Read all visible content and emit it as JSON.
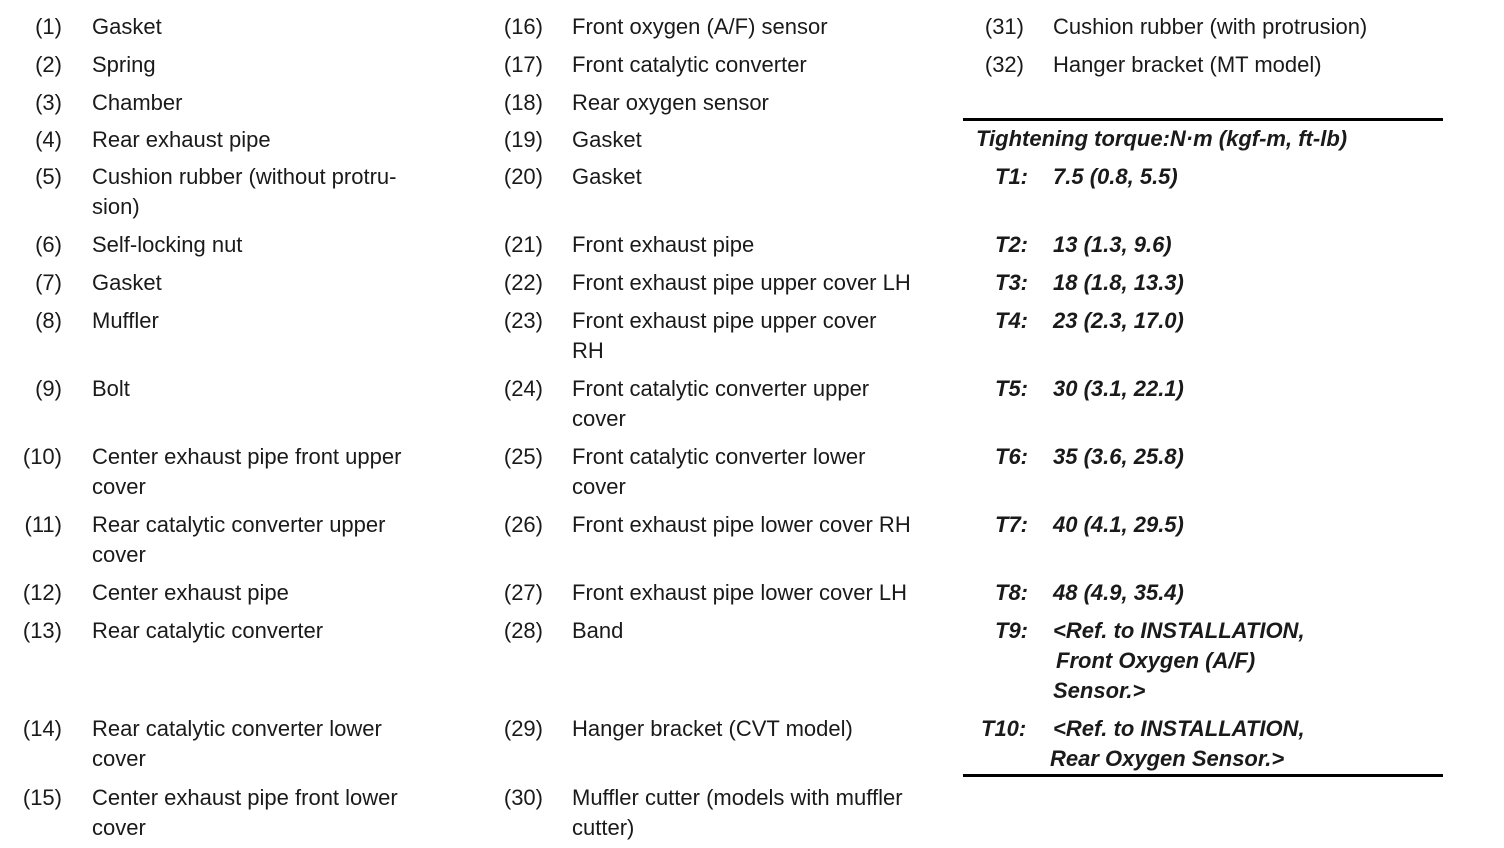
{
  "parts": [
    {
      "num": "(1)",
      "lines": [
        "Gasket"
      ]
    },
    {
      "num": "(2)",
      "lines": [
        "Spring"
      ]
    },
    {
      "num": "(3)",
      "lines": [
        "Chamber"
      ]
    },
    {
      "num": "(4)",
      "lines": [
        "Rear exhaust pipe"
      ]
    },
    {
      "num": "(5)",
      "lines": [
        "Cushion rubber (without protru-",
        "sion)"
      ]
    },
    {
      "num": "(6)",
      "lines": [
        "Self-locking nut"
      ]
    },
    {
      "num": "(7)",
      "lines": [
        "Gasket"
      ]
    },
    {
      "num": "(8)",
      "lines": [
        "Muffler"
      ]
    },
    {
      "num": "(9)",
      "lines": [
        "Bolt"
      ]
    },
    {
      "num": "(10)",
      "lines": [
        "Center exhaust pipe front upper",
        "cover"
      ]
    },
    {
      "num": "(11)",
      "lines": [
        "Rear catalytic converter upper",
        "cover"
      ]
    },
    {
      "num": "(12)",
      "lines": [
        "Center exhaust pipe"
      ]
    },
    {
      "num": "(13)",
      "lines": [
        "Rear catalytic converter"
      ]
    },
    {
      "num": "(14)",
      "lines": [
        "Rear catalytic converter lower",
        "cover"
      ]
    },
    {
      "num": "(15)",
      "lines": [
        "Center exhaust pipe front lower",
        "cover"
      ]
    },
    {
      "num": "(16)",
      "lines": [
        "Front oxygen (A/F) sensor"
      ]
    },
    {
      "num": "(17)",
      "lines": [
        "Front catalytic converter"
      ]
    },
    {
      "num": "(18)",
      "lines": [
        "Rear oxygen sensor"
      ]
    },
    {
      "num": "(19)",
      "lines": [
        "Gasket"
      ]
    },
    {
      "num": "(20)",
      "lines": [
        "Gasket"
      ]
    },
    {
      "num": "(21)",
      "lines": [
        "Front exhaust pipe"
      ]
    },
    {
      "num": "(22)",
      "lines": [
        "Front exhaust pipe upper cover LH"
      ]
    },
    {
      "num": "(23)",
      "lines": [
        "Front exhaust pipe upper cover",
        "RH"
      ]
    },
    {
      "num": "(24)",
      "lines": [
        "Front catalytic converter upper",
        "cover"
      ]
    },
    {
      "num": "(25)",
      "lines": [
        "Front catalytic converter lower",
        "cover"
      ]
    },
    {
      "num": "(26)",
      "lines": [
        "Front exhaust pipe lower cover RH"
      ]
    },
    {
      "num": "(27)",
      "lines": [
        "Front exhaust pipe lower cover LH"
      ]
    },
    {
      "num": "(28)",
      "lines": [
        "Band"
      ]
    },
    {
      "num": "(29)",
      "lines": [
        "Hanger bracket (CVT model)"
      ]
    },
    {
      "num": "(30)",
      "lines": [
        "Muffler cutter (models with muffler",
        "cutter)"
      ]
    },
    {
      "num": "(31)",
      "lines": [
        "Cushion rubber (with protrusion)"
      ]
    },
    {
      "num": "(32)",
      "lines": [
        "Hanger bracket (MT model)"
      ]
    }
  ],
  "torque": {
    "heading": "Tightening torque:N·m (kgf-m, ft-lb)",
    "items": [
      {
        "code": "T1:",
        "lines": [
          "7.5 (0.8, 5.5)"
        ]
      },
      {
        "code": "T2:",
        "lines": [
          "13 (1.3, 9.6)"
        ]
      },
      {
        "code": "T3:",
        "lines": [
          "18 (1.8, 13.3)"
        ]
      },
      {
        "code": "T4:",
        "lines": [
          "23 (2.3, 17.0)"
        ]
      },
      {
        "code": "T5:",
        "lines": [
          "30 (3.1, 22.1)"
        ]
      },
      {
        "code": "T6:",
        "lines": [
          "35 (3.6, 25.8)"
        ]
      },
      {
        "code": "T7:",
        "lines": [
          "40 (4.1, 29.5)"
        ]
      },
      {
        "code": "T8:",
        "lines": [
          "48 (4.9, 35.4)"
        ]
      },
      {
        "code": "T9:",
        "lines": [
          "<Ref. to INSTALLATION,",
          "Front Oxygen (A/F)",
          "Sensor.>"
        ]
      },
      {
        "code": "T10:",
        "lines": [
          "<Ref. to INSTALLATION,",
          "Rear Oxygen Sensor.>"
        ]
      }
    ]
  }
}
